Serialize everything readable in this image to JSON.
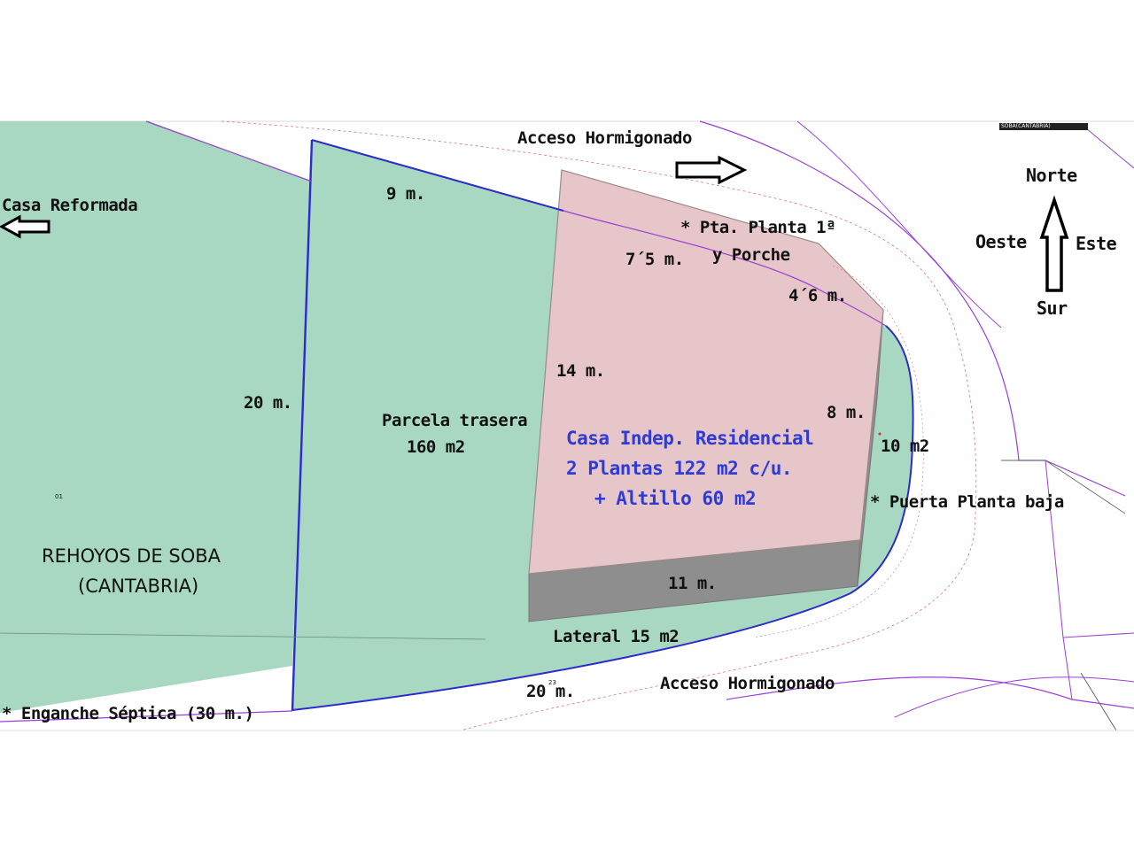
{
  "header": {
    "tag": "SOBA(CANTABRIA)"
  },
  "labels": {
    "access_top": "Acceso Hormigonado",
    "access_bottom": "Acceso Hormigonado",
    "casa_reformada": "Casa Reformada",
    "rear_plot_name": "Parcela trasera",
    "rear_plot_area": "160 m2",
    "door_floor1": "* Pta. Planta 1ª",
    "porch": "y Porche",
    "house_line1": "Casa Indep. Residencial",
    "house_line2": "2 Plantas 122 m2 c/u.",
    "house_line3": "+ Altillo 60 m2",
    "side_area": "10 m2",
    "door_ground": "* Puerta Planta baja",
    "lateral": "Lateral 15 m2",
    "septic": "* Enganche Séptica (30 m.)",
    "place_line1": "REHOYOS DE SOBA",
    "place_line2": "(CANTABRIA)",
    "parcel_code_left": "01",
    "parcel_code_bottom": "23"
  },
  "dimensions": {
    "top_edge": "9 m.",
    "left_edge": "20 m.",
    "bottom_edge": "20 m.",
    "house_top": "7´5 m.",
    "house_corner": "4´6 m.",
    "house_left": "14 m.",
    "house_right": "8 m.",
    "house_bottom": "11 m."
  },
  "compass": {
    "north": "Norte",
    "south": "Sur",
    "west": "Oeste",
    "east": "Este"
  },
  "colors": {
    "plot_fill": "#a8d8c2",
    "house_fill": "#e6c6c8",
    "house_shadow": "#8e8e8e",
    "boundary_blue": "#2b2bd0",
    "cadastre_violet": "#9a3fd6",
    "annotation_blue": "#2f3bd6"
  }
}
